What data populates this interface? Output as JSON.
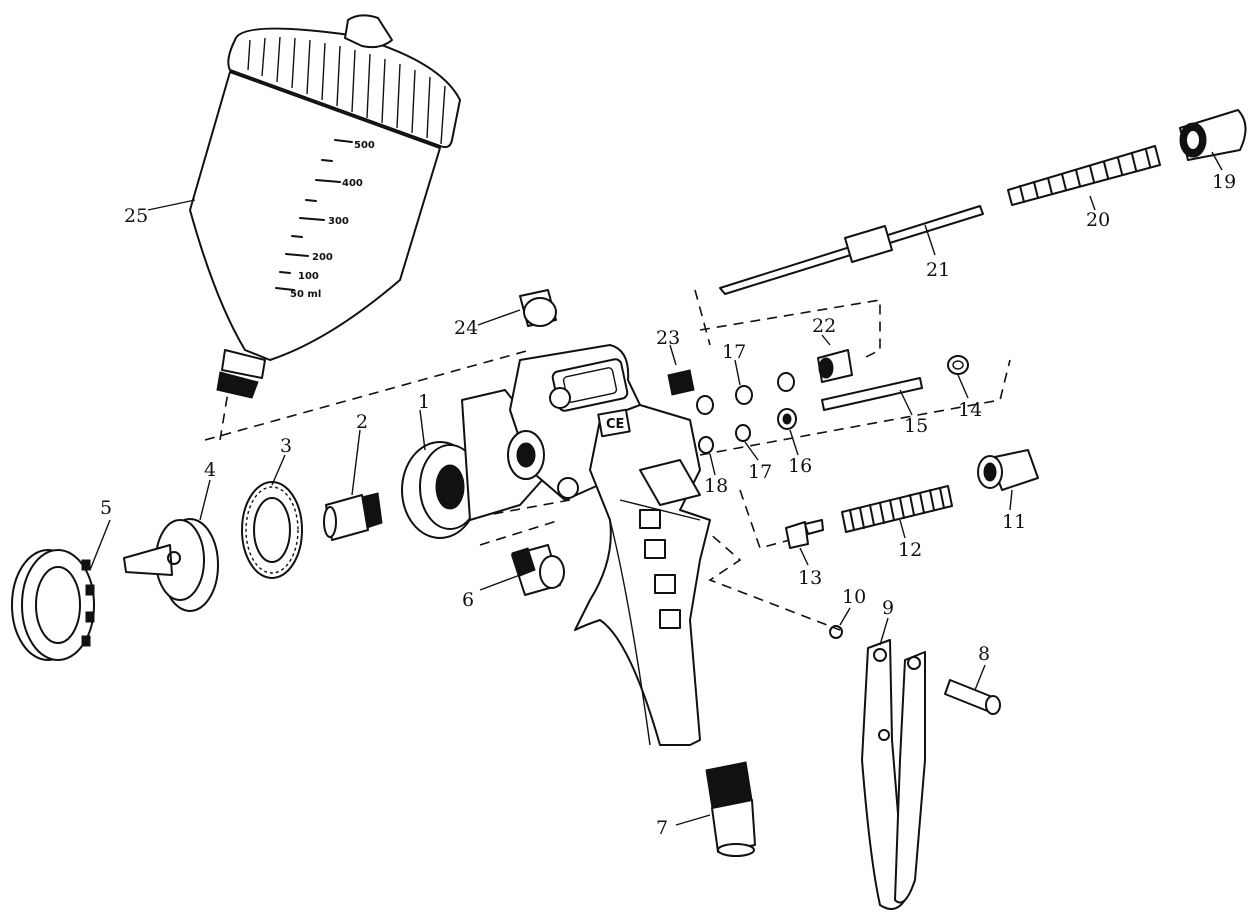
{
  "cup_scale": [
    "500",
    "400",
    "300",
    "200",
    "100",
    "50 ml"
  ],
  "ce_mark": "CE",
  "part_labels": [
    "1",
    "2",
    "3",
    "4",
    "5",
    "6",
    "7",
    "8",
    "9",
    "10",
    "11",
    "12",
    "13",
    "14",
    "15",
    "16",
    "17",
    "17",
    "18",
    "19",
    "20",
    "21",
    "22",
    "23",
    "24",
    "25"
  ]
}
